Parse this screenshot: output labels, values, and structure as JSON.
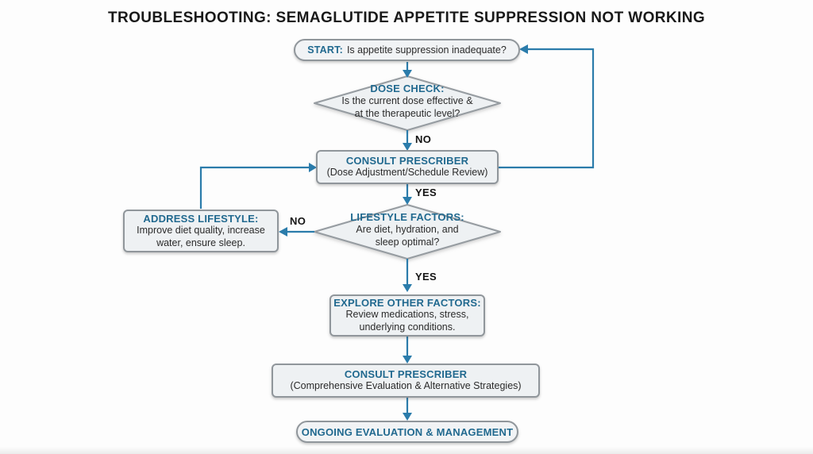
{
  "title": "TROUBLESHOOTING: SEMAGLUTIDE APPETITE SUPPRESSION NOT WORKING",
  "flow": {
    "start": {
      "label": "START:",
      "question": "Is appetite suppression inadequate?"
    },
    "dose_check": {
      "label": "DOSE CHECK:",
      "line1": "Is the current dose effective &",
      "line2": "at the therapeutic level?"
    },
    "consult_prescriber_dose": {
      "label": "CONSULT PRESCRIBER",
      "subtitle": "(Dose Adjustment/Schedule Review)"
    },
    "lifestyle_factors": {
      "label": "LIFESTYLE FACTORS:",
      "line1": "Are diet, hydration, and",
      "line2": "sleep optimal?"
    },
    "address_lifestyle": {
      "label": "ADDRESS LIFESTYLE:",
      "line1": "Improve diet quality, increase",
      "line2": "water, ensure sleep."
    },
    "explore_other_factors": {
      "label": "EXPLORE OTHER FACTORS:",
      "line1": "Review medications, stress,",
      "line2": "underlying conditions."
    },
    "consult_prescriber_comprehensive": {
      "label": "CONSULT PRESCRIBER",
      "subtitle": "(Comprehensive Evaluation & Alternative Strategies)"
    },
    "ongoing_management": {
      "label": "ONGOING EVALUATION & MANAGEMENT"
    }
  },
  "edge_labels": {
    "dose_check_no": "NO",
    "dose_check_yes": "YES",
    "lifestyle_no": "NO",
    "lifestyle_yes": "YES"
  },
  "colors": {
    "accent_heading": "#21698F",
    "arrow": "#2B7CAB",
    "node_fill": "#EEF1F3",
    "node_border": "#90969B",
    "body_text": "#2B2B2B"
  }
}
